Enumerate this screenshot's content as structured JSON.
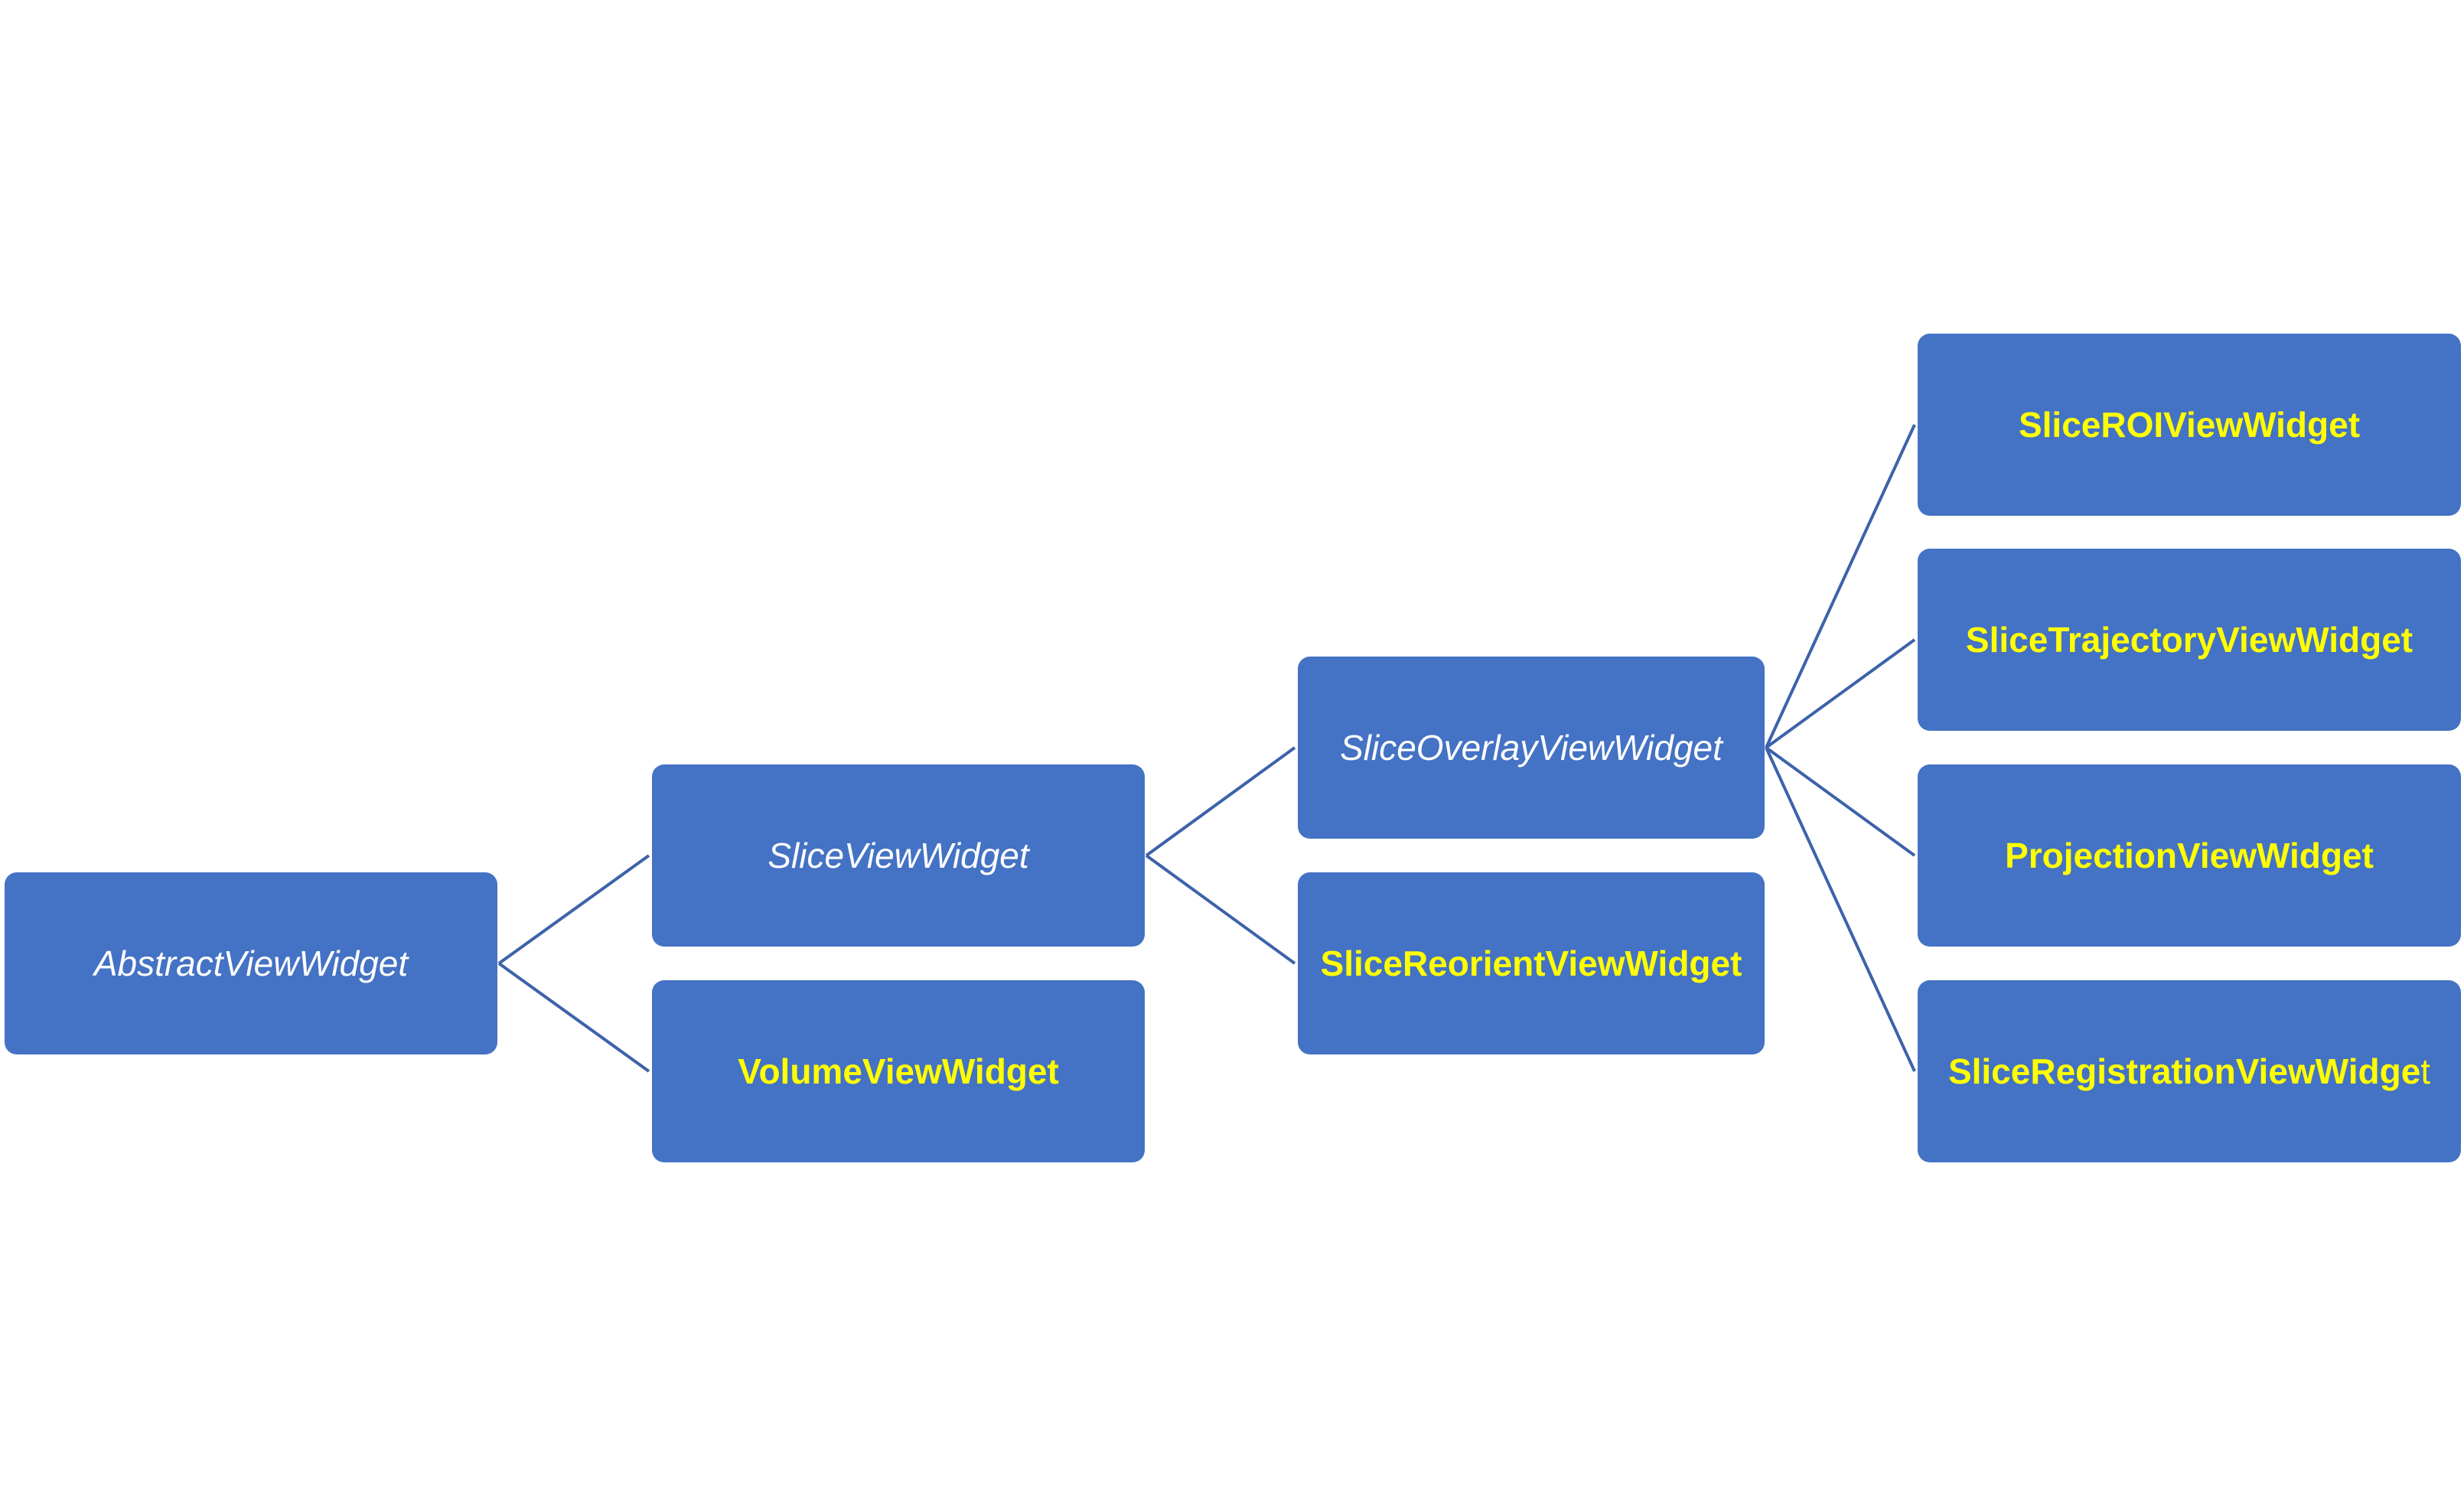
{
  "nodes": {
    "abstract_view_widget": "AbstractViewWidget",
    "slice_view_widget": "SliceViewWidget",
    "volume_view_widget": "VolumeViewWidget",
    "slice_overlay_view_widget": "SliceOverlayViewWidget",
    "slice_reorient_view_widget": "SliceReorientViewWidget",
    "slice_roi_view_widget": "SliceROIViewWidget",
    "slice_trajectory_view_widget": "SliceTrajectoryViewWidget",
    "projection_view_widget": "ProjectionViewWidget",
    "slice_registration_view_widget_main": "SliceRegistrationViewWidge",
    "slice_registration_view_widget_tail": "t"
  },
  "colors": {
    "node_fill": "#4472c4",
    "abstract_text": "#ffffff",
    "concrete_text": "#ffff00",
    "connector": "#3d62aa"
  }
}
